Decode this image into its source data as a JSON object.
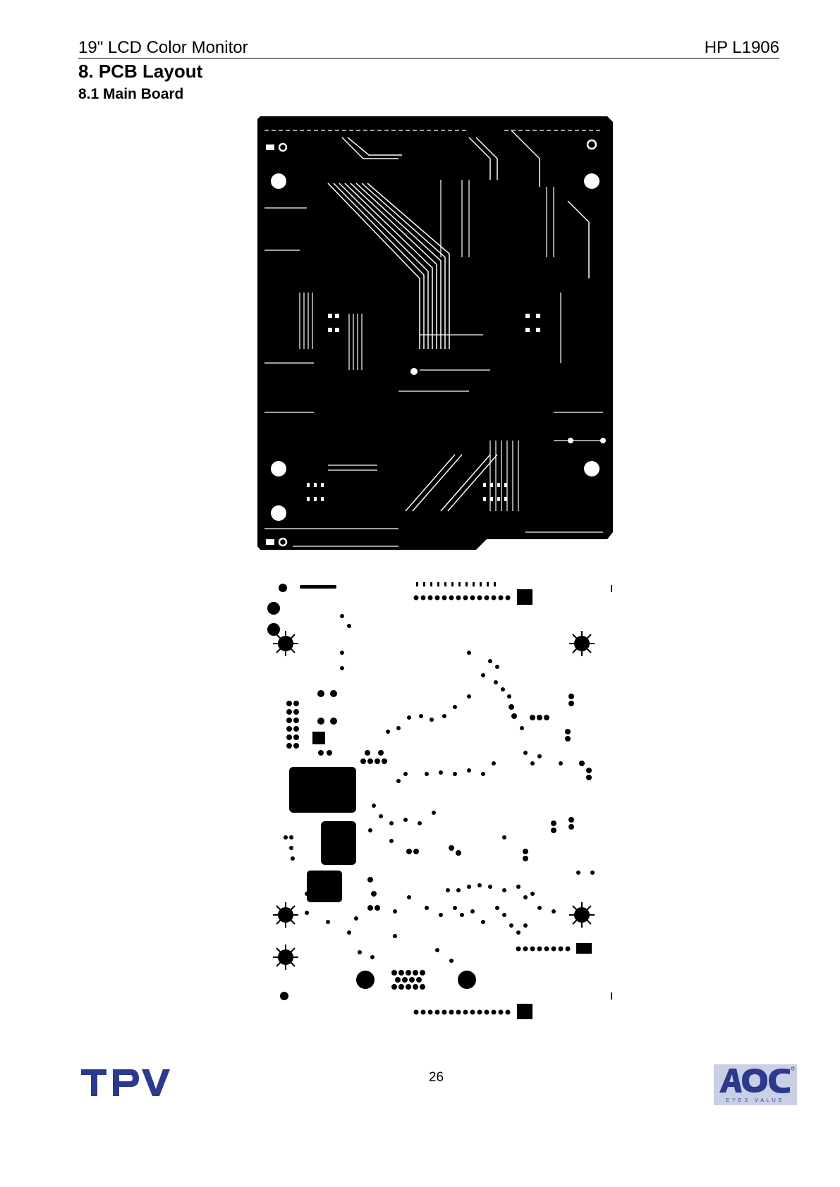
{
  "header": {
    "left": "19\" LCD Color Monitor",
    "right": "HP L1906"
  },
  "section_title": "8. PCB Layout",
  "subsection_title": "8.1 Main Board",
  "figures": {
    "top_layer": "pcb-top-layer-image",
    "bottom_layer": "pcb-bottom-layer-image"
  },
  "footer": {
    "page_number": "26",
    "logo_left": "TPV",
    "logo_right": "AOC",
    "logo_right_tagline": "EYES VALUE"
  },
  "colors": {
    "logo_blue": "#2b3a8c",
    "text": "#000000"
  }
}
